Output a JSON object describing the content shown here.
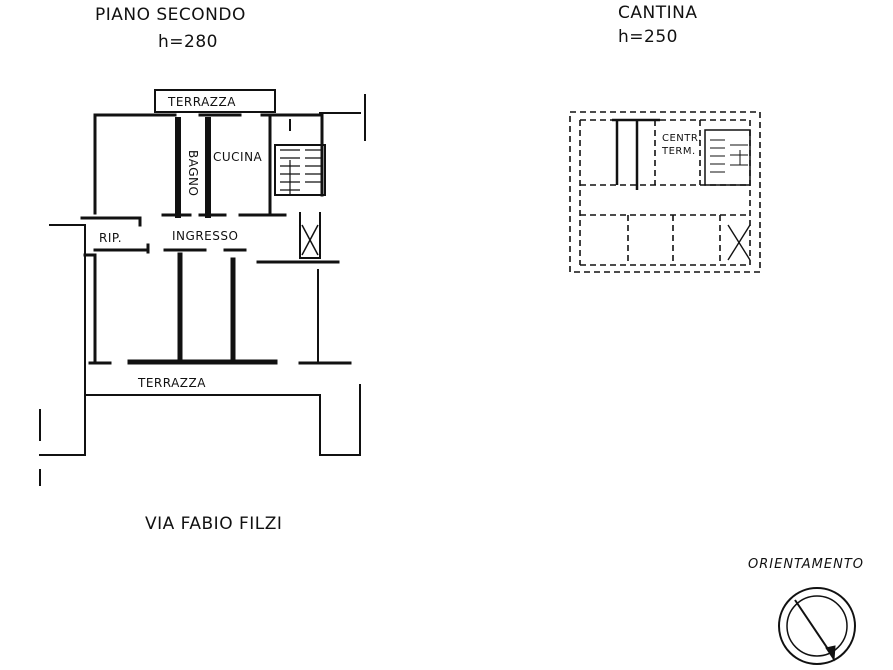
{
  "floor": {
    "title": "PIANO SECONDO",
    "height": "h=280",
    "rooms": {
      "terrace_top": "TERRAZZA",
      "kitchen": "CUCINA",
      "bathroom": "BAGNO",
      "storage": "RIP.",
      "entrance": "INGRESSO",
      "terrace_bottom": "TERRAZZA"
    }
  },
  "cellar": {
    "title": "CANTINA",
    "height": "h=250",
    "room_line1": "CENTR.",
    "room_line2": "TERM."
  },
  "street": "VIA FABIO FILZI",
  "orientation": {
    "label": "ORIENTAMENTO",
    "symbol": "compass-icon"
  },
  "colors": {
    "ink": "#111111",
    "paper": "#ffffff"
  }
}
